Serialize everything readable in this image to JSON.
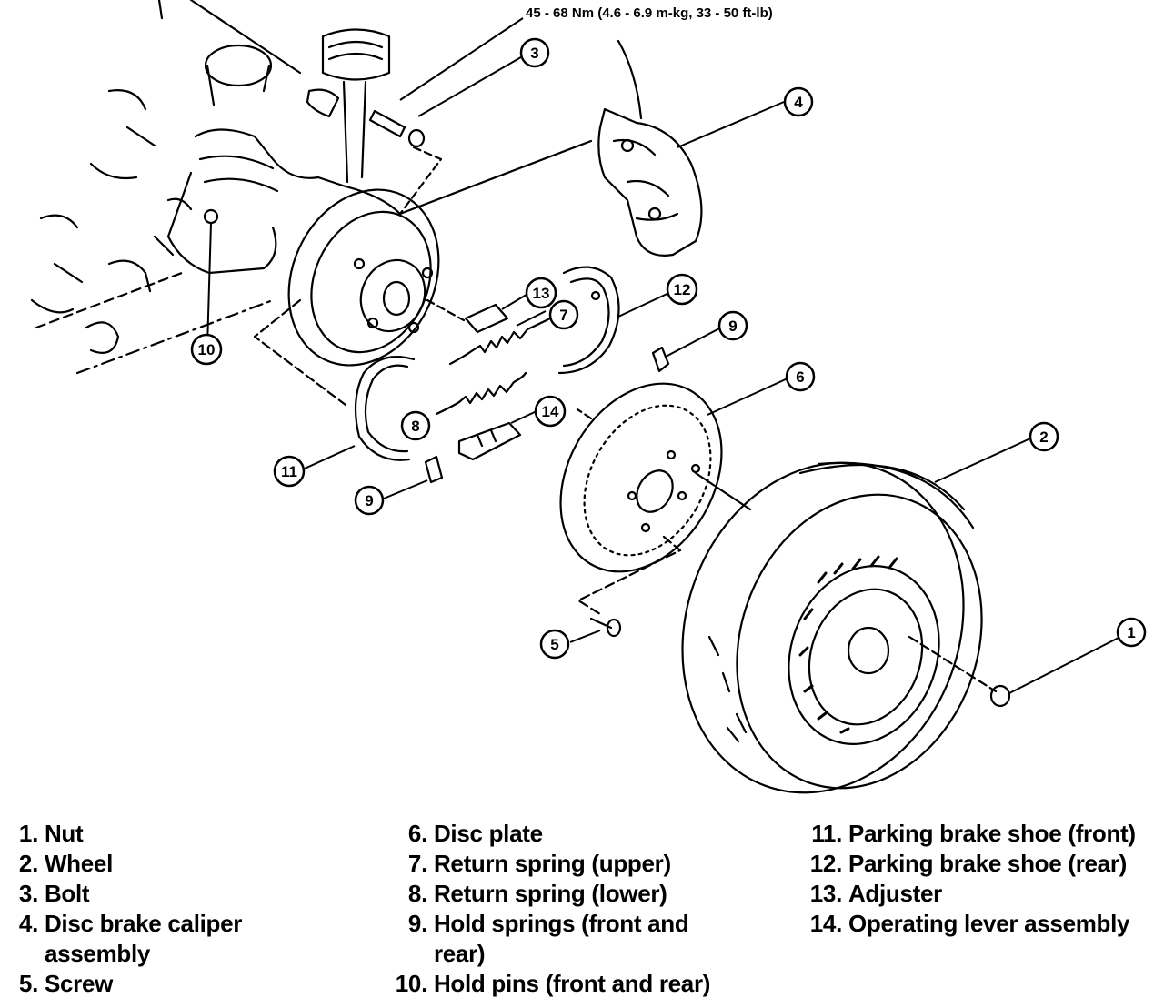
{
  "torque_spec": "45 - 68 Nm (4.6 - 6.9 m-kg, 33 - 50 ft-lb)",
  "callouts": [
    "1",
    "2",
    "3",
    "4",
    "5",
    "6",
    "7",
    "8",
    "9",
    "9",
    "10",
    "11",
    "12",
    "13",
    "14"
  ],
  "legend": {
    "col1": [
      {
        "num": "1.",
        "text": "Nut"
      },
      {
        "num": "2.",
        "text": "Wheel"
      },
      {
        "num": "3.",
        "text": "Bolt"
      },
      {
        "num": "4.",
        "text": "Disc brake caliper"
      },
      {
        "num": "",
        "text": "assembly"
      },
      {
        "num": "5.",
        "text": "Screw"
      }
    ],
    "col2": [
      {
        "num": "6.",
        "text": "Disc plate"
      },
      {
        "num": "7.",
        "text": "Return spring (upper)"
      },
      {
        "num": "8.",
        "text": "Return spring (lower)"
      },
      {
        "num": "9.",
        "text": "Hold springs (front and"
      },
      {
        "num": "",
        "text": "rear)"
      },
      {
        "num": "10.",
        "text": "Hold pins (front and rear)"
      }
    ],
    "col3": [
      {
        "num": "11.",
        "text": "Parking brake shoe (front)"
      },
      {
        "num": "12.",
        "text": "Parking brake shoe (rear)"
      },
      {
        "num": "13.",
        "text": "Adjuster"
      },
      {
        "num": "14.",
        "text": "Operating lever assembly"
      }
    ]
  }
}
